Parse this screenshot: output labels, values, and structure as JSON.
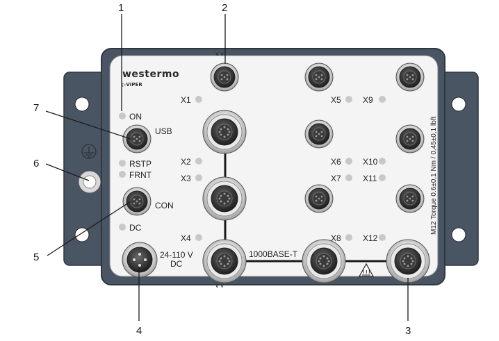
{
  "callouts": [
    "1",
    "2",
    "3",
    "4",
    "5",
    "6",
    "7"
  ],
  "brand": {
    "name": "westermo",
    "model": "▷VIPER"
  },
  "ports": {
    "x1": "X1",
    "x2": "X2",
    "x3": "X3",
    "x4": "X4",
    "x5": "X5",
    "x6": "X6",
    "x7": "X7",
    "x8": "X8",
    "x9": "X9",
    "x10": "X10",
    "x11": "X11",
    "x12": "X12"
  },
  "leds": {
    "on": "ON",
    "rstp": "RSTP",
    "frnt": "FRNT",
    "dc": "DC"
  },
  "connectors": {
    "usb": "USB",
    "con": "CON",
    "power_line1": "24-110 V",
    "power_line2": "DC"
  },
  "bus_label": "1000BASE-T",
  "torque_note": "M12 Torque 0.6±0,1 Nm / 0,45±0,1 lbft",
  "colors": {
    "housing": "#4a5563",
    "panel": "#f4f4f4",
    "led": "#c8c8c8",
    "line": "#1a1a1a"
  },
  "icons": [
    "ground-icon",
    "hot-surface-warning-icon"
  ]
}
